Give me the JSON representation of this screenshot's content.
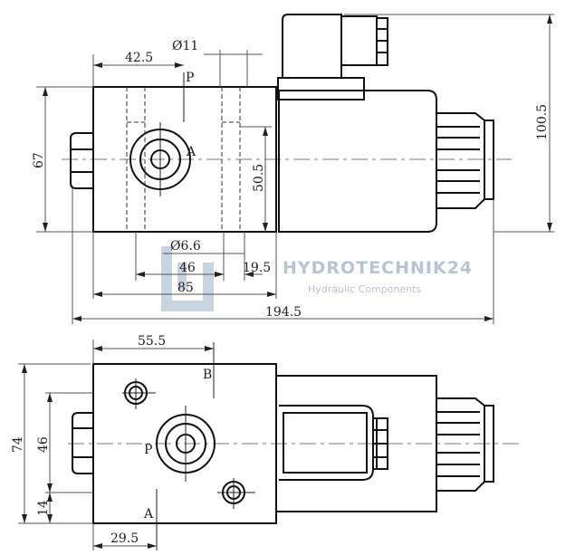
{
  "top_view": {
    "dimensions": {
      "d42_5": "42.5",
      "d11": "Ø11",
      "d67": "67",
      "d50_5": "50.5",
      "d100_5": "100.5",
      "d6_6": "Ø6.6",
      "d46": "46",
      "d19_5": "19.5",
      "d85": "85",
      "d194_5": "194.5"
    },
    "ports": {
      "p": "P",
      "a": "A"
    }
  },
  "bottom_view": {
    "dimensions": {
      "d55_5": "55.5",
      "d74": "74",
      "d46": "46",
      "d14": "14",
      "d29_5": "29.5"
    },
    "ports": {
      "b": "B",
      "p": "P",
      "a": "A"
    }
  },
  "watermark": {
    "brand": "HYDROTECHNIK24",
    "tagline": "Hydraulic Components"
  }
}
